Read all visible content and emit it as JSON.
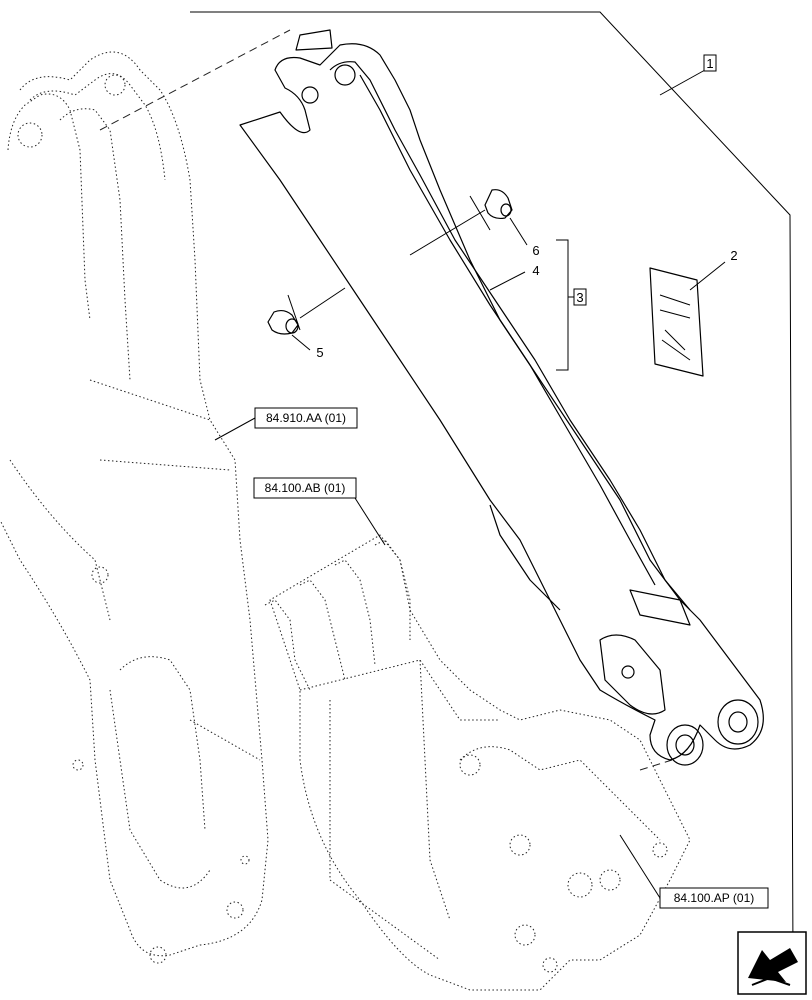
{
  "callouts": {
    "c1": "1",
    "c2": "2",
    "c3": "3",
    "c4": "4",
    "c5": "5",
    "c6": "6"
  },
  "references": {
    "ref_arm": "84.910.AA (01)",
    "ref_bucket": "84.100.AB (01)",
    "ref_linkage": "84.100.AP (01)"
  },
  "icons": {
    "navigation": "navigation-arrow-icon"
  },
  "colors": {
    "line": "#000000",
    "background": "#ffffff"
  }
}
